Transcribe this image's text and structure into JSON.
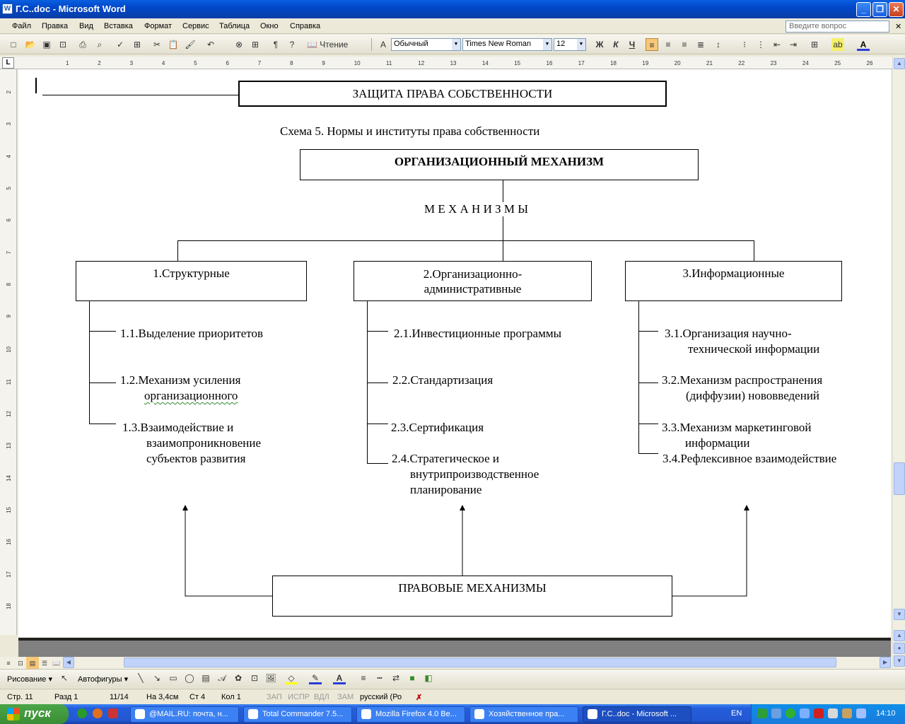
{
  "window": {
    "title": "Г.С..doc - Microsoft Word",
    "min_label": "_",
    "max_label": "❐",
    "close_label": "✕"
  },
  "menu": {
    "items": [
      "Файл",
      "Правка",
      "Вид",
      "Вставка",
      "Формат",
      "Сервис",
      "Таблица",
      "Окно",
      "Справка"
    ],
    "ask_placeholder": "Введите вопрос",
    "close_doc": "✕"
  },
  "toolbar": {
    "reading_label": "Чтение",
    "style_value": "Обычный",
    "font_value": "Times New Roman",
    "size_value": "12",
    "bold": "Ж",
    "italic": "К",
    "underline": "Ч",
    "pilcrow": "¶",
    "help": "?",
    "font_color_letter": "A"
  },
  "ruler": {
    "h_ticks": [
      "1",
      "2",
      "3",
      "4",
      "5",
      "6",
      "7",
      "8",
      "9",
      "10",
      "11",
      "12",
      "13",
      "14",
      "15",
      "16",
      "17",
      "18",
      "19",
      "20",
      "21",
      "22",
      "23",
      "24",
      "25",
      "26"
    ],
    "v_ticks": [
      "2",
      "3",
      "4",
      "5",
      "6",
      "7",
      "8",
      "9",
      "10",
      "11",
      "12",
      "13",
      "14",
      "15",
      "16",
      "17",
      "18"
    ],
    "tab_marker": "L"
  },
  "document": {
    "top_box": "ЗАЩИТА ПРАВА СОБСТВЕННОСТИ",
    "caption": "Схема 5. Нормы и институты права собственности",
    "org_mechanism": "ОРГАНИЗАЦИОННЫЙ МЕХАНИЗМ",
    "mechanisms_word": "М Е Х А Н И З М Ы",
    "col1_title": "1.Структурные",
    "col2_title_line1": "2.Организационно-",
    "col2_title_line2": "административные",
    "col3_title": "3.Информационные",
    "c1_1": "1.1.Выделение приоритетов",
    "c1_2_a": "1.2.Механизм усиления",
    "c1_2_b": "организационного",
    "c1_3_a": "1.3.Взаимодействие и",
    "c1_3_b": "взаимопроникновение",
    "c1_3_c": "субъектов развития",
    "c2_1": "2.1.Инвестиционные программы",
    "c2_2": "2.2.Стандартизация",
    "c2_3": "2.3.Сертификация",
    "c2_4_a": "2.4.Стратегическое и",
    "c2_4_b": "внутрипроизводственное",
    "c2_4_c": "планирование",
    "c3_1_a": "3.1.Организация научно-",
    "c3_1_b": "технической информации",
    "c3_2_a": "3.2.Механизм распространения",
    "c3_2_b": "(диффузии) нововведений",
    "c3_3_a": "3.3.Механизм маркетинговой",
    "c3_3_b": "информации",
    "c3_4": "3.4.Рефлексивное взаимодействие",
    "legal_box": "ПРАВОВЫЕ МЕХАНИЗМЫ"
  },
  "drawing_toolbar": {
    "draw_label": "Рисование",
    "autoshapes_label": "Автофигуры"
  },
  "status": {
    "page": "Стр. 11",
    "section": "Разд 1",
    "pages": "11/14",
    "at": "На 3,4см",
    "line": "Ст 4",
    "col": "Кол 1",
    "rec": "ЗАП",
    "trk": "ИСПР",
    "ext": "ВДЛ",
    "ovr": "ЗАМ",
    "lang": "русский (Ро"
  },
  "taskbar": {
    "start_label": "пуск",
    "tasks": [
      "@MAIL.RU: почта, н...",
      "Total Commander 7.5...",
      "Mozilla Firefox 4.0 Be...",
      "Хозяйственное  пра...",
      "Г.С..doc - Microsoft ..."
    ],
    "lang": "EN",
    "clock": "14:10"
  },
  "colors": {
    "titlebar": "#0a5fe0",
    "taskbar": "#245edb",
    "start": "#3b8d34",
    "spell_wave": "#2e8b2e"
  }
}
